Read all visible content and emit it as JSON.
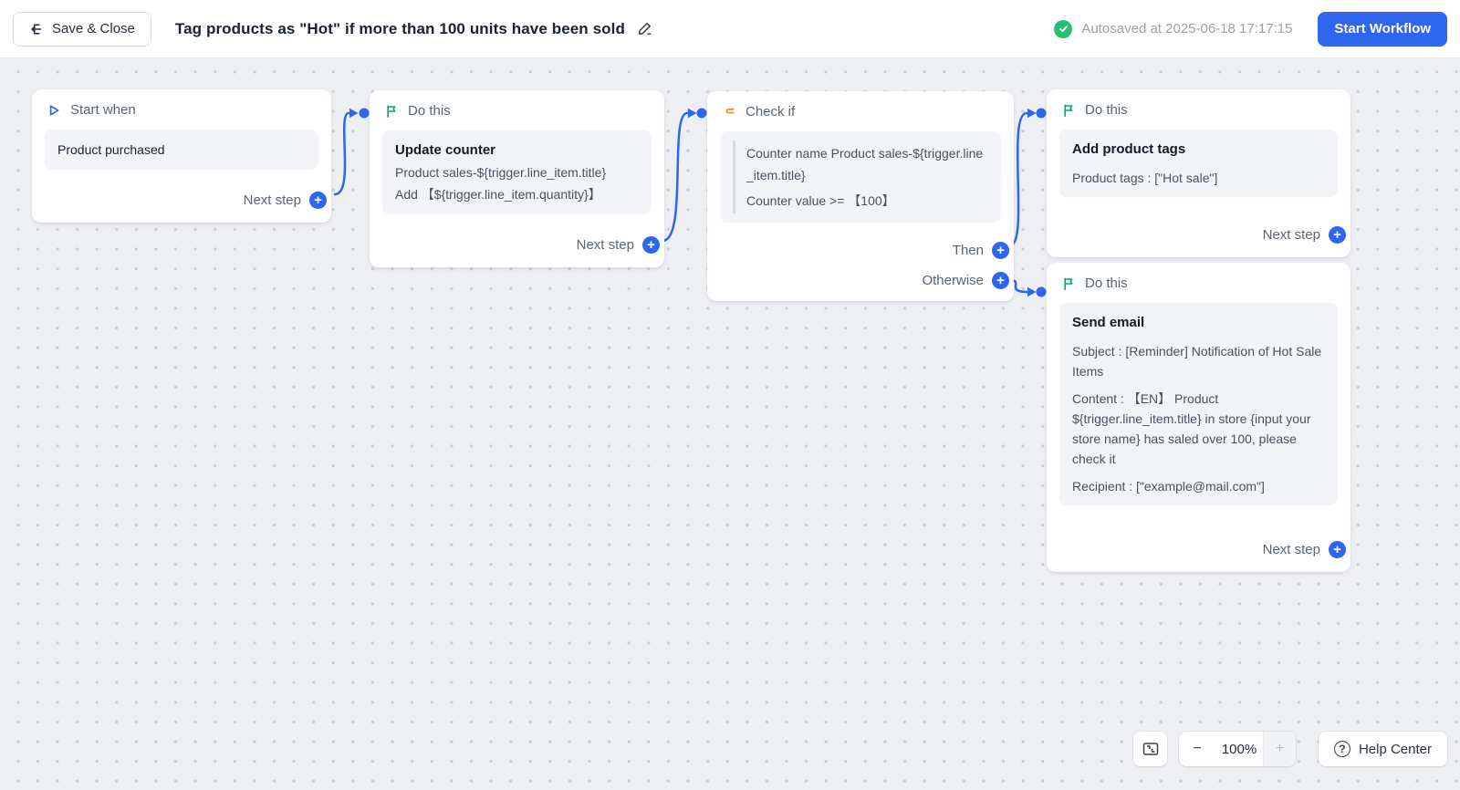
{
  "topbar": {
    "save_close": "Save & Close",
    "title": "Tag products as \"Hot\" if more than 100 units have been sold",
    "autosave": "Autosaved at 2025-06-18 17:17:15",
    "start": "Start Workflow"
  },
  "nodes": {
    "trigger": {
      "header": "Start when",
      "field": "Product purchased",
      "next_step": "Next step"
    },
    "counter": {
      "header": "Do this",
      "title": "Update counter",
      "lines": [
        "Product sales-${trigger.line_item.title}",
        "Add 【${trigger.line_item.quantity}】"
      ],
      "next_step": "Next step"
    },
    "check": {
      "header": "Check if",
      "lines": [
        "Counter name Product sales-${trigger.line_item.title}",
        "Counter value >= 【100】"
      ],
      "then_label": "Then",
      "otherwise_label": "Otherwise"
    },
    "tags": {
      "header": "Do this",
      "title": "Add product tags",
      "lines": [
        "Product tags : [\"Hot sale\"]"
      ],
      "next_step": "Next step"
    },
    "email": {
      "header": "Do this",
      "title": "Send email",
      "lines": [
        "Subject : [Reminder] Notification of Hot Sale Items",
        "Content : 【EN】 Product ${trigger.line_item.title} in store {input your store name} has saled over 100, please check it",
        "Recipient : [\"example@mail.com\"]"
      ],
      "next_step": "Next step"
    }
  },
  "controls": {
    "zoom_out": "−",
    "zoom_value": "100%",
    "zoom_in": "+",
    "help": "Help Center"
  },
  "colors": {
    "primary_blue": "#2f66f0",
    "success_green": "#2abf72",
    "flag_green": "#00a878",
    "branch_orange": "#f59122",
    "canvas_bg": "#edeff3"
  }
}
